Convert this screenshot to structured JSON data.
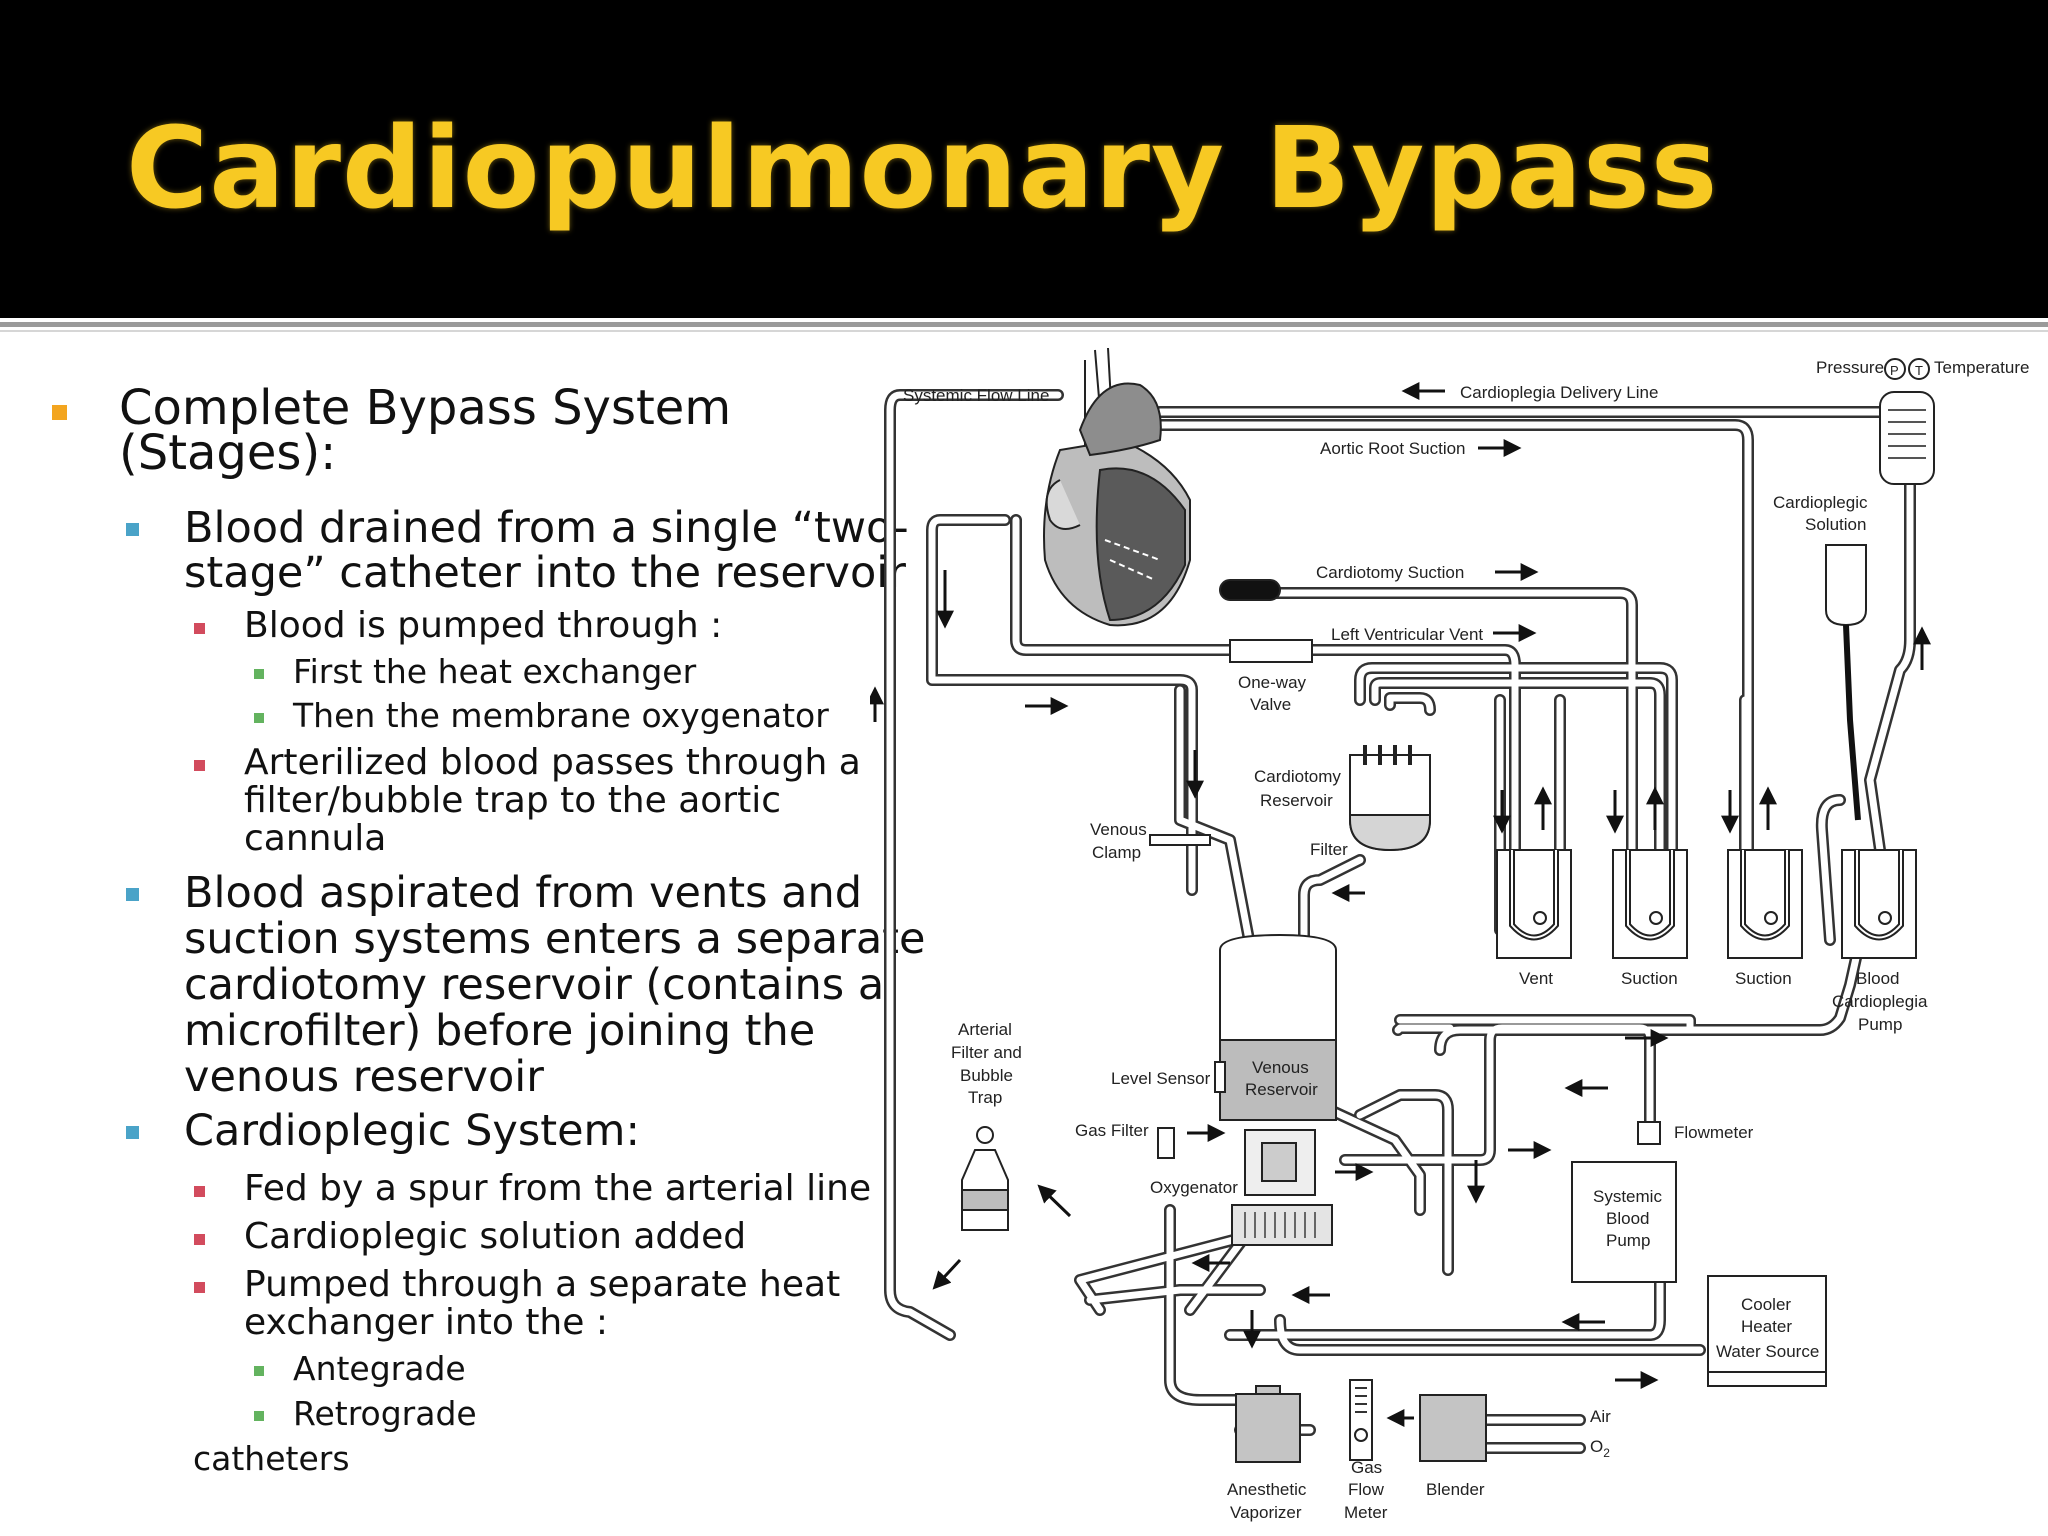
{
  "title": "Cardiopulmonary Bypass",
  "bullets": {
    "b1": [
      "Complete Bypass System",
      "(Stages):"
    ],
    "b1_1": [
      "Blood drained from a single “two-",
      "stage” catheter into the reservoir"
    ],
    "b1_1_1": "Blood is pumped through :",
    "b1_1_1_1": "First the heat exchanger",
    "b1_1_1_2": "Then the membrane oxygenator",
    "b1_1_2": [
      "Arterilized blood passes through a",
      "filter/bubble trap to the aortic",
      "cannula"
    ],
    "b1_2": [
      "Blood aspirated from vents and",
      "suction systems enters a separate",
      "cardiotomy reservoir (contains a",
      "microfilter) before joining the",
      "venous reservoir"
    ],
    "b1_3": "Cardioplegic System:",
    "b1_3_1": "Fed by a spur from the arterial line",
    "b1_3_2": "Cardioplegic solution added",
    "b1_3_3": [
      "Pumped through a separate heat",
      "exchanger into the :"
    ],
    "b1_3_3_1": "Antegrade",
    "b1_3_3_2": "Retrograde",
    "b1_3_3_3": "catheters"
  },
  "diagram": {
    "systemic_flow_line": "Systemic Flow Line",
    "cardioplegia_delivery_line": "Cardioplegia Delivery Line",
    "pressure": "Pressure",
    "p": "P",
    "t": "T",
    "temperature": "Temperature",
    "aortic_root_suction": "Aortic Root Suction",
    "cardioplegic_solution": [
      "Cardioplegic",
      "Solution"
    ],
    "cardiotomy_suction": "Cardiotomy Suction",
    "left_ventricular_vent": "Left Ventricular Vent",
    "one_way_valve": [
      "One-way",
      "Valve"
    ],
    "cardiotomy_reservoir": [
      "Cardiotomy",
      "Reservoir"
    ],
    "venous_clamp": [
      "Venous",
      "Clamp"
    ],
    "filter": "Filter",
    "vent": "Vent",
    "suction_1": "Suction",
    "suction_2": "Suction",
    "blood_cardioplegia_pump": [
      "Blood",
      "Cardioplegia",
      "Pump"
    ],
    "arterial_filter": [
      "Arterial",
      "Filter and",
      "Bubble",
      "Trap"
    ],
    "level_sensor": "Level Sensor",
    "venous_reservoir": [
      "Venous",
      "Reservoir"
    ],
    "gas_filter": "Gas Filter",
    "oxygenator": "Oxygenator",
    "flowmeter": "Flowmeter",
    "systemic_blood_pump": [
      "Systemic",
      "Blood",
      "Pump"
    ],
    "cooler_heater": [
      "Cooler",
      "Heater",
      "Water Source"
    ],
    "air": "Air",
    "o2": "O",
    "o2_sub": "2",
    "anesthetic_vaporizer": [
      "Anesthetic",
      "Vaporizer"
    ],
    "gas_flow_meter": [
      "Gas",
      "Flow",
      "Meter"
    ],
    "blender": "Blender"
  }
}
